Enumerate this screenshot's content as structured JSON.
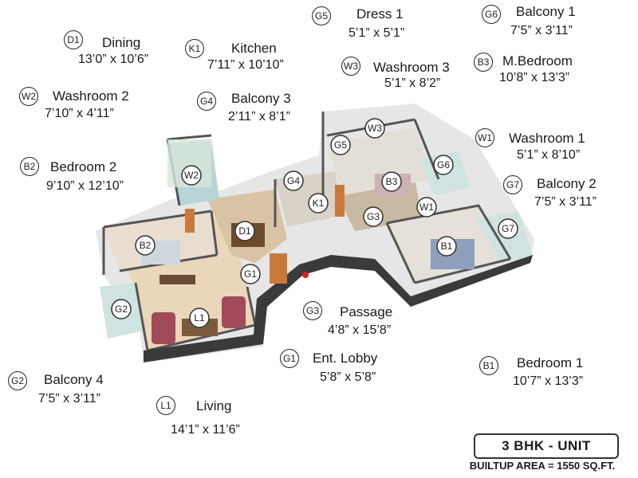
{
  "rooms": [
    {
      "code": "G5",
      "name": "Dress 1",
      "dims": "5’1” x 5’1”"
    },
    {
      "code": "G6",
      "name": "Balcony 1",
      "dims": "7’5” x 3’11”"
    },
    {
      "code": "D1",
      "name": "Dining",
      "dims": "13’0” x 10’6”"
    },
    {
      "code": "K1",
      "name": "Kitchen",
      "dims": "7’11” x 10’10”"
    },
    {
      "code": "W3",
      "name": "Washroom 3",
      "dims": "5’1” x 8’2”"
    },
    {
      "code": "B3",
      "name": "M.Bedroom",
      "dims": "10’8” x 13’3”"
    },
    {
      "code": "W2",
      "name": "Washroom 2",
      "dims": "7’10” x 4’11”"
    },
    {
      "code": "G4",
      "name": "Balcony 3",
      "dims": "2’11” x 8’1”"
    },
    {
      "code": "W1",
      "name": "Washroom 1",
      "dims": "5’1” x 8’10”"
    },
    {
      "code": "B2",
      "name": "Bedroom 2",
      "dims": "9’10” x 12’10”"
    },
    {
      "code": "G7",
      "name": "Balcony 2",
      "dims": "7’5” x 3’11”"
    },
    {
      "code": "G3",
      "name": "Passage",
      "dims": "4’8” x 15’8”"
    },
    {
      "code": "G1",
      "name": "Ent. Lobby",
      "dims": "5’8” x 5’8”"
    },
    {
      "code": "B1",
      "name": "Bedroom 1",
      "dims": "10’7” x 13’3”"
    },
    {
      "code": "G2",
      "name": "Balcony 4",
      "dims": "7’5” x 3’11”"
    },
    {
      "code": "L1",
      "name": "Living",
      "dims": "14’1” x 11’6”"
    }
  ],
  "plan_markers": {
    "W3": "W3",
    "G5": "G5",
    "G6": "G6",
    "G4": "G4",
    "K1": "K1",
    "B3": "B3",
    "W2": "W2",
    "D1": "D1",
    "G3": "G3",
    "W1": "W1",
    "B2": "B2",
    "G7": "G7",
    "B1": "B1",
    "G1": "G1",
    "G2": "G2",
    "L1": "L1"
  },
  "unit_label": "3 BHK - UNIT",
  "builtup_area": "BUILTUP AREA = 1550 SQ.FT."
}
